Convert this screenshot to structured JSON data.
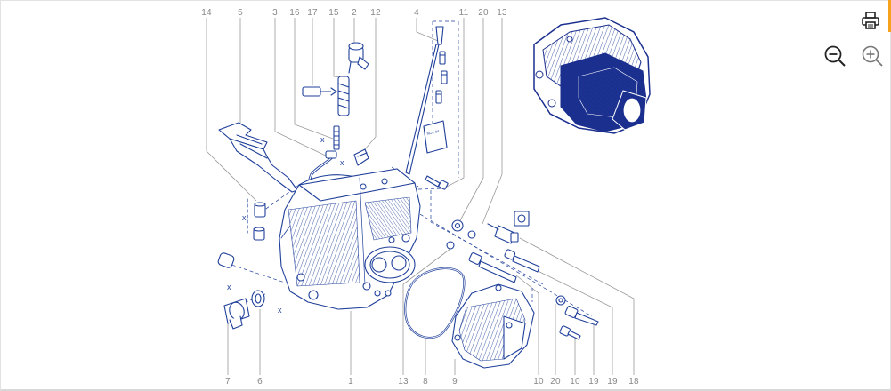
{
  "toolbar": {
    "print_icon": "printer-icon",
    "zoom_out_icon": "zoom-out-icon",
    "zoom_in_icon": "zoom-in-icon"
  },
  "colors": {
    "line": "#1f3f9a",
    "leader": "#9a9a9a",
    "thumb": "#1b2f8f",
    "accent": "#f6a21a"
  },
  "callouts_top": [
    "14",
    "5",
    "3",
    "16",
    "17",
    "15",
    "2",
    "12",
    "4",
    "11",
    "20",
    "13"
  ],
  "callouts_bottom": [
    "7",
    "6",
    "1",
    "13",
    "8",
    "9",
    "10",
    "20",
    "10",
    "19",
    "19",
    "18"
  ],
  "booklet_text": "NO1-04",
  "thumbnail_icon": "gearbox-thumbnail-icon"
}
